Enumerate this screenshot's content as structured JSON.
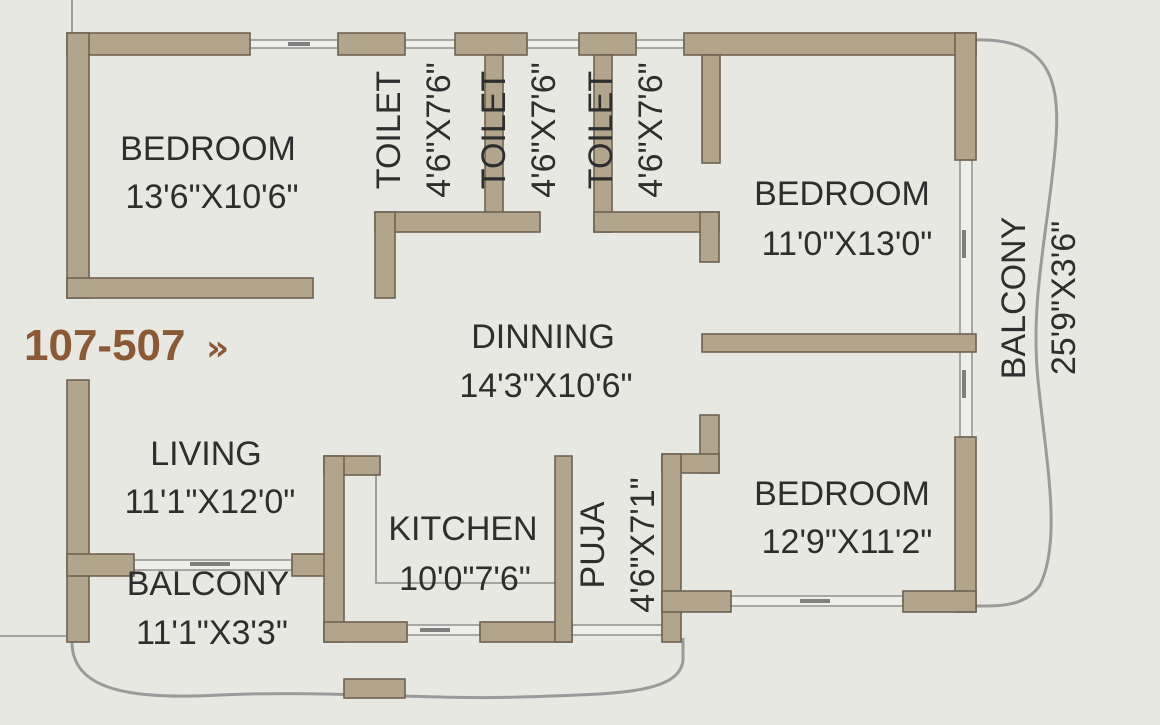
{
  "unit_label": "107-507",
  "unit_arrow": "»",
  "rooms": {
    "bedroom_1": {
      "name": "BEDROOM",
      "size": "13'6\"X10'6\""
    },
    "toilet_1": {
      "name": "TOILET",
      "size": "4'6\"X7'6\""
    },
    "toilet_2": {
      "name": "TOILET",
      "size": "4'6\"X7'6\""
    },
    "toilet_3": {
      "name": "TOILET",
      "size": "4'6\"X7'6\""
    },
    "bedroom_2": {
      "name": "BEDROOM",
      "size": "11'0\"X13'0\""
    },
    "balcony_east": {
      "name": "BALCONY",
      "size": "25'9\"X3'6\""
    },
    "dinning": {
      "name": "DINNING",
      "size": "14'3\"X10'6\""
    },
    "living": {
      "name": "LIVING",
      "size": "11'1\"X12'0\""
    },
    "kitchen": {
      "name": "KITCHEN",
      "size": "10'0\"7'6\""
    },
    "puja": {
      "name": "PUJA",
      "size": "4'6\"X7'1\""
    },
    "bedroom_3": {
      "name": "BEDROOM",
      "size": "12'9\"X11'2\""
    },
    "balcony_south": {
      "name": "BALCONY",
      "size": "11'1\"X3'3\""
    }
  },
  "colors": {
    "background": "#e8e8e2",
    "wall": "#b3a58b",
    "unit_label": "#8a5a36",
    "text": "#2e2e2e"
  }
}
